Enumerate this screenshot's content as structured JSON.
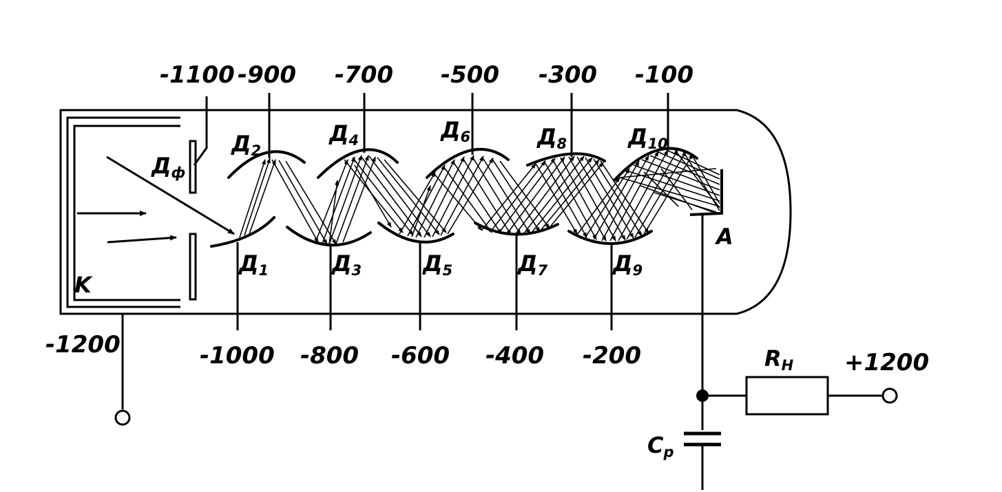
{
  "voltages_top": [
    "-1100",
    "-900",
    "-700",
    "-500",
    "-300",
    "-100"
  ],
  "voltages_bottom": [
    "-1000",
    "-800",
    "-600",
    "-400",
    "-200"
  ],
  "cathode_voltage": "-1200",
  "supply_voltage": "+1200",
  "labels": {
    "cathode": "K",
    "anode": "A",
    "focus_electrode": "Д",
    "focus_electrode_sub": "ф",
    "dynode": "Д",
    "resistor": "R",
    "resistor_sub": "Н",
    "capacitor": "C",
    "capacitor_sub": "р"
  },
  "dynodes_upper": [
    "2",
    "4",
    "6",
    "8",
    "10"
  ],
  "dynodes_lower": [
    "1",
    "3",
    "5",
    "7",
    "9"
  ]
}
